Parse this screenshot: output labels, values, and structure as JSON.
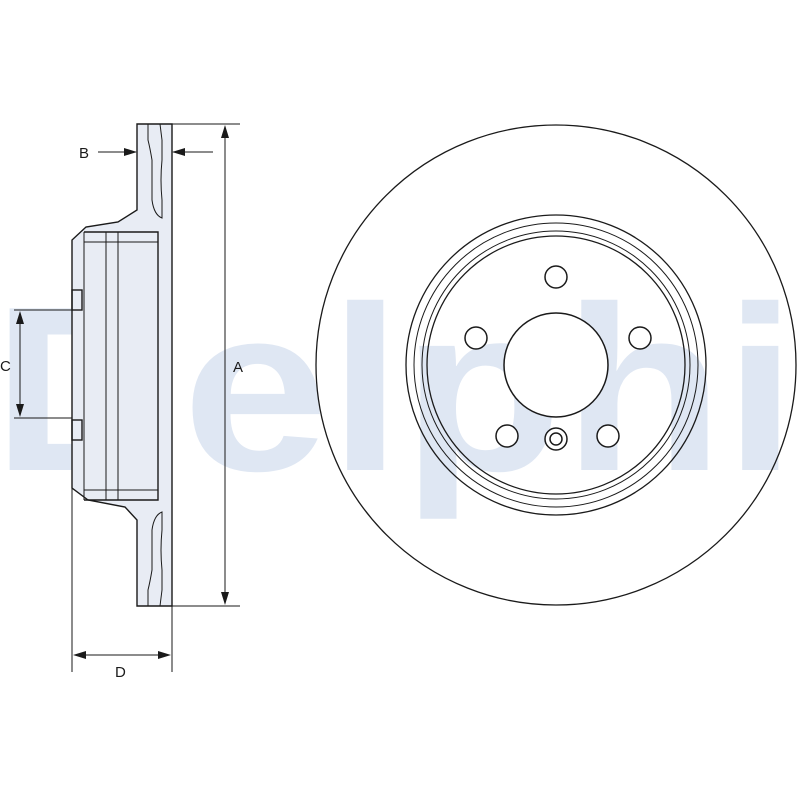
{
  "watermark": {
    "text": "Delphi",
    "color": "#dfe7f3"
  },
  "dimensions": {
    "a": "A",
    "b": "B",
    "c": "C",
    "d": "D"
  },
  "colors": {
    "line": "#1a1a1a",
    "fill": "#e8ecf4",
    "background": "#ffffff"
  }
}
